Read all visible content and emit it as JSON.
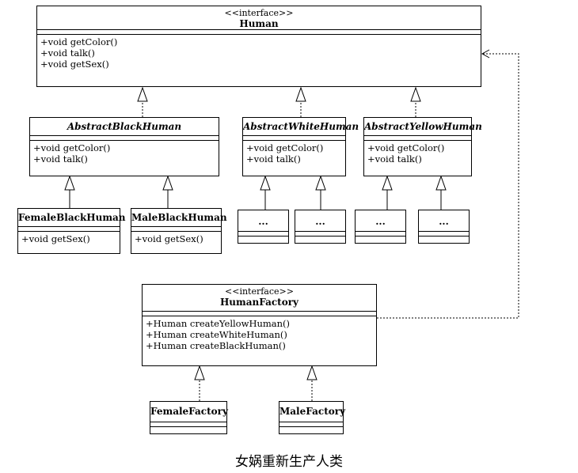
{
  "human": {
    "stereotype": "<<interface>>",
    "name": "Human",
    "ops": [
      "+void getColor()",
      "+void talk()",
      "+void getSex()"
    ]
  },
  "abstract_black": {
    "name": "AbstractBlackHuman",
    "ops": [
      "+void getColor()",
      "+void talk()"
    ]
  },
  "abstract_white": {
    "name": "AbstractWhiteHuman",
    "ops": [
      "+void getColor()",
      "+void talk()"
    ]
  },
  "abstract_yellow": {
    "name": "AbstractYellowHuman",
    "ops": [
      "+void getColor()",
      "+void talk()"
    ]
  },
  "female_black": {
    "name": "FemaleBlackHuman",
    "ops": [
      "+void getSex()"
    ]
  },
  "male_black": {
    "name": "MaleBlackHuman",
    "ops": [
      "+void getSex()"
    ]
  },
  "placeholder": {
    "name": "..."
  },
  "human_factory": {
    "stereotype": "<<interface>>",
    "name": "HumanFactory",
    "ops": [
      "+Human createYellowHuman()",
      "+Human createWhiteHuman()",
      "+Human createBlackHuman()"
    ]
  },
  "female_factory": {
    "name": "FemaleFactory"
  },
  "male_factory": {
    "name": "MaleFactory"
  },
  "caption": "女娲重新生产人类"
}
